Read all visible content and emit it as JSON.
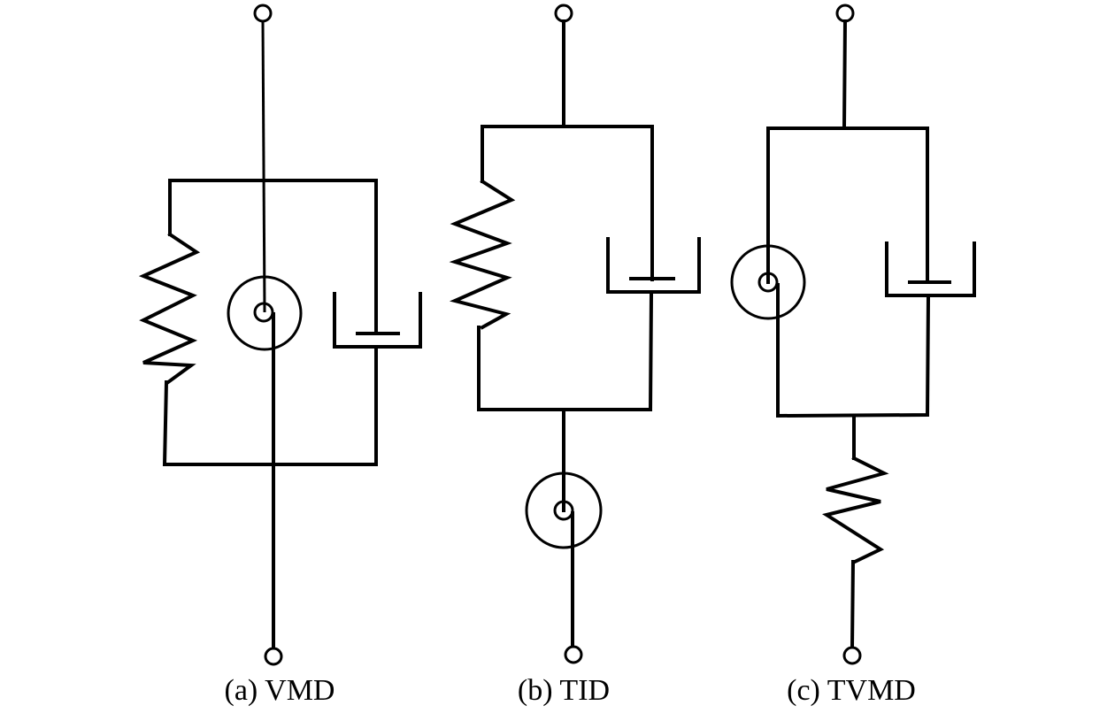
{
  "figure": {
    "panels": [
      {
        "id": "a",
        "caption": "(a) VMD",
        "model": "VMD",
        "elements": [
          "spring",
          "inerter",
          "damper"
        ],
        "topology": "spring, damper in parallel; inerter spanning terminals"
      },
      {
        "id": "b",
        "caption": "(b) TID",
        "model": "TID",
        "elements": [
          "spring",
          "damper",
          "inerter"
        ],
        "topology": "spring-damper parallel, in series with inerter"
      },
      {
        "id": "c",
        "caption": "(c) TVMD",
        "model": "TVMD",
        "elements": [
          "inerter",
          "damper",
          "spring"
        ],
        "topology": "inerter-damper parallel, in series with spring"
      }
    ],
    "line_color": "#000000",
    "background": "#ffffff"
  }
}
